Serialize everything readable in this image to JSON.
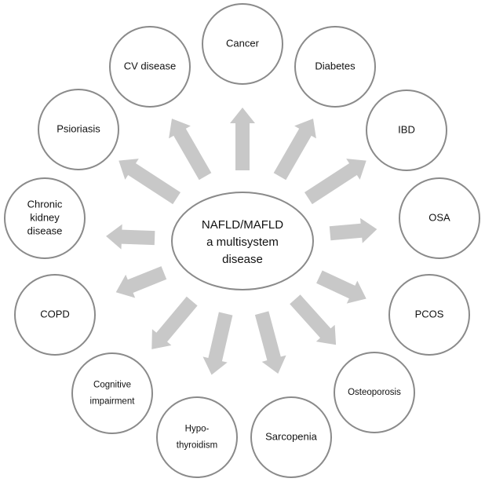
{
  "center": {
    "lines": [
      "NAFLD/MAFLD",
      "a multisystem",
      "disease"
    ]
  },
  "nodes": [
    {
      "id": "cancer",
      "lines": [
        "Cancer"
      ]
    },
    {
      "id": "diabetes",
      "lines": [
        "Diabetes"
      ]
    },
    {
      "id": "ibd",
      "lines": [
        "IBD"
      ]
    },
    {
      "id": "osa",
      "lines": [
        "OSA"
      ]
    },
    {
      "id": "pcos",
      "lines": [
        "PCOS"
      ]
    },
    {
      "id": "osteoporosis",
      "lines": [
        "Osteoporosis"
      ]
    },
    {
      "id": "sarcopenia",
      "lines": [
        "Sarcopenia"
      ]
    },
    {
      "id": "hypothyroidism",
      "lines": [
        "Hypo-",
        "thyroidism"
      ]
    },
    {
      "id": "cognitive-impairment",
      "lines": [
        "Cognitive",
        "impairment"
      ]
    },
    {
      "id": "copd",
      "lines": [
        "COPD"
      ]
    },
    {
      "id": "chronic-kidney-disease",
      "lines": [
        "Chronic",
        "kidney",
        "disease"
      ]
    },
    {
      "id": "psioriasis",
      "lines": [
        "Psioriasis"
      ]
    },
    {
      "id": "cv-disease",
      "lines": [
        "CV disease"
      ]
    }
  ],
  "colors": {
    "circle_stroke": "#8a8a8a",
    "arrow_fill": "#c8c8c8",
    "text": "#111111"
  }
}
